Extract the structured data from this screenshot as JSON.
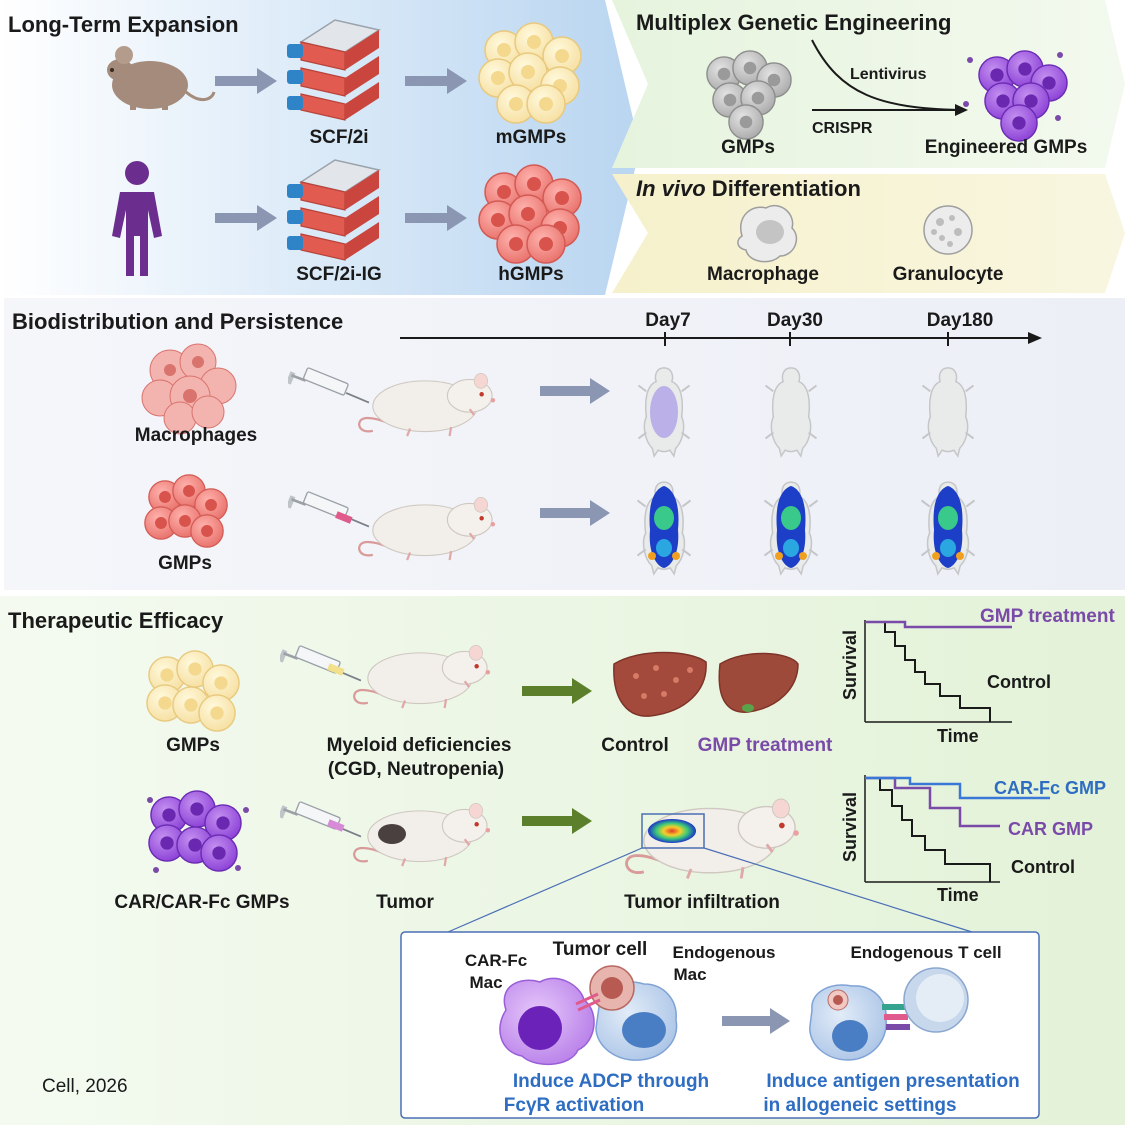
{
  "long_term": {
    "title": "Long-Term Expansion",
    "mouse_medium": "SCF/2i",
    "mouse_product": "mGMPs",
    "human_medium": "SCF/2i-IG",
    "human_product": "hGMPs"
  },
  "multiplex": {
    "title": "Multiplex Genetic Engineering",
    "input": "GMPs",
    "lentivirus": "Lentivirus",
    "crispr": "CRISPR",
    "output": "Engineered GMPs"
  },
  "in_vivo": {
    "title_italic": "In vivo",
    "title_rest": " Differentiation",
    "macrophage": "Macrophage",
    "granulocyte": "Granulocyte"
  },
  "biodist": {
    "title": "Biodistribution and Persistence",
    "timepoints": [
      "Day7",
      "Day30",
      "Day180"
    ],
    "row1": "Macrophages",
    "row2": "GMPs"
  },
  "therapeutic": {
    "title": "Therapeutic Efficacy",
    "gmps": "GMPs",
    "deficiency_line1": "Myeloid deficiencies",
    "deficiency_line2": "(CGD, Neutropenia)",
    "liver_control": "Control",
    "liver_gmp": "GMP treatment",
    "car_cells": "CAR/CAR-Fc GMPs",
    "tumor": "Tumor",
    "infiltration": "Tumor infiltration"
  },
  "km1": {
    "ylabel": "Survival",
    "xlabel": "Time",
    "series_gmp": "GMP treatment",
    "series_control": "Control"
  },
  "km2": {
    "ylabel": "Survival",
    "xlabel": "Time",
    "series_carfc": "CAR-Fc GMP",
    "series_car": "CAR GMP",
    "series_control": "Control"
  },
  "inset": {
    "carfc_mac_line1": "CAR-Fc",
    "carfc_mac_line2": "Mac",
    "tumor_cell": "Tumor cell",
    "endo_mac_line1": "Endogenous",
    "endo_mac_line2": "Mac",
    "endo_t": "Endogenous T cell",
    "adcp_line1": "Induce ADCP through",
    "adcp_line2": "FcγR activation",
    "antigen_line1": "Induce antigen presentation",
    "antigen_line2": "in allogeneic settings"
  },
  "citation": "Cell, 2026",
  "colors": {
    "blue_panel": "#cfe3f6",
    "green_panel": "#e4f3dc",
    "yellow_panel": "#f6f3d2",
    "gray_panel": "#eef0f6",
    "therapeutic_panel": "#e6f3df",
    "purple_text": "#7a4aa8",
    "blue_text": "#2e6dc2",
    "arrow_gray": "#8a96b2",
    "arrow_green": "#5b7f2a"
  }
}
